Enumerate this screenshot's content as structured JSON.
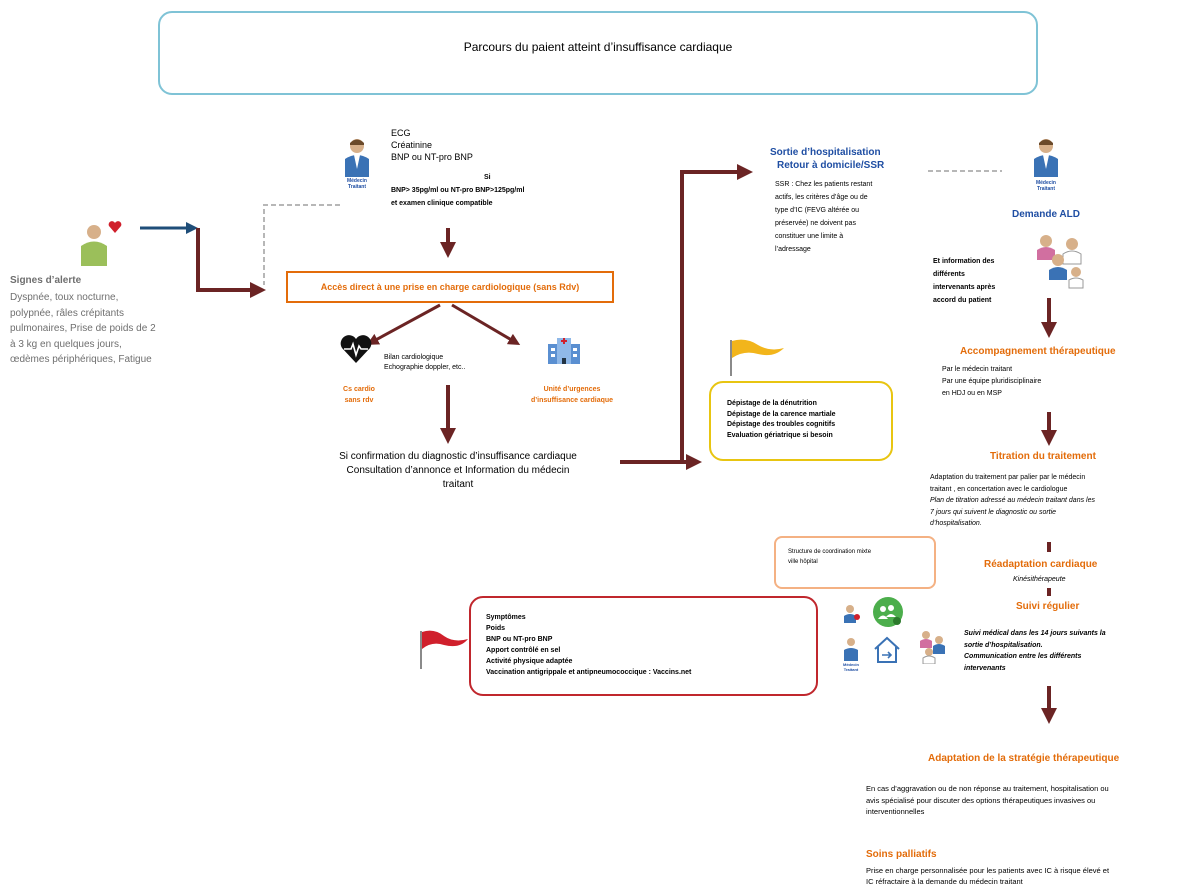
{
  "title": "Parcours du paient atteint d’insuffisance cardiaque",
  "alert": {
    "heading": "Signes d’alerte",
    "lines": [
      "Dyspnée, toux nocturne,",
      "polypnée, râles crépitants",
      "pulmonaires, Prise de poids de 2",
      "à 3 kg en quelques jours,",
      "œdèmes périphériques, Fatigue"
    ]
  },
  "doctor_label": [
    "Médecin",
    "Traitant"
  ],
  "tests": {
    "lines": [
      "ECG",
      "Créatinine",
      "BNP ou NT-pro BNP"
    ],
    "si": "Si",
    "cond1": "BNP> 35pg/ml ou NT-pro BNP>125pg/ml",
    "cond2": "et examen clinique compatible"
  },
  "access": "Accès direct à une prise en charge cardiologique (sans Rdv)",
  "cs_cardio": [
    "Cs cardio",
    "sans rdv"
  ],
  "bilan": [
    "Bilan cardiologique",
    "Echographie doppler, etc.."
  ],
  "urgence": [
    "Unité d’urgences",
    "d’insuffisance cardiaque"
  ],
  "confirmation": [
    "Si confirmation du diagnostic d’insuffisance cardiaque",
    "Consultation d’annonce et Information du médecin",
    "traitant"
  ],
  "sortie": {
    "title1": "Sortie d’hospitalisation",
    "title2": "Retour à domicile/SSR",
    "lines": [
      "SSR : Chez les patients restant",
      "actifs, les critères d’âge ou de",
      "type d’IC (FEVG altérée ou",
      "préservée) ne doivent pas",
      "constituer une limite à",
      "l’adressage"
    ]
  },
  "depistage": [
    "Dépistage de la dénutrition",
    "Dépistage de la carence martiale",
    "Dépistage des troubles cognitifs",
    "Evaluation gériatrique si besoin"
  ],
  "ald": "Demande ALD",
  "info_intervenants": [
    "Et information des",
    "différents",
    "intervenants après",
    "accord du patient"
  ],
  "accompagnement": {
    "title": "Accompagnement thérapeutique",
    "lines": [
      "Par le médecin traitant",
      "Par une équipe pluridisciplinaire",
      "en HDJ ou en MSP"
    ]
  },
  "titration": {
    "title": "Titration du traitement",
    "lines": [
      "Adaptation du traitement par palier par le médecin",
      "traitant , en concertation avec le cardiologue"
    ],
    "italic": [
      "Plan de titration adressé au médecin traitant dans les",
      "7 jours qui suivent le diagnostic ou sortie",
      "d’hospitalisation."
    ]
  },
  "structure": [
    "Structure de coordination mixte",
    "ville hôpital"
  ],
  "readaptation": {
    "title": "Réadaptation cardiaque",
    "sub": "Kinésithérapeute"
  },
  "suivi": {
    "title": "Suivi régulier",
    "lines": [
      "Suivi médical dans les 14 jours suivants la",
      "sortie d’hospitalisation.",
      "Communication entre les différents",
      "intervenants"
    ]
  },
  "symptomes": [
    "Symptômes",
    "Poids",
    "BNP ou NT-pro BNP",
    "Apport contrôlé en sel",
    "Activité physique adaptée",
    "Vaccination antigrippale et antipneumococcique : Vaccins.net"
  ],
  "adaptation": {
    "title": "Adaptation de la stratégie thérapeutique",
    "lines": [
      "En cas d’aggravation ou de non réponse au traitement, hospitalisation ou",
      "avis spécialisé pour discuter des options thérapeutiques invasives ou",
      "interventionnelles"
    ]
  },
  "palliatifs": {
    "title": "Soins palliatifs",
    "lines": [
      "Prise en charge personnalisée pour les patients avec IC à risque élevé et",
      "IC réfractaire à la demande du médecin traitant"
    ]
  },
  "colors": {
    "arrow": "#6b2424",
    "blue_arrow": "#1f4e79",
    "orange": "#e36c0a",
    "title_border": "#7fc3d6",
    "yellow_border": "#e8c511",
    "red_border": "#c0272d"
  },
  "icons": [
    "patient-icon",
    "heart-icon",
    "doctor-icon",
    "heart-monitor-icon",
    "hospital-icon",
    "yellow-flag-icon",
    "red-flag-icon",
    "team-icon",
    "group-chat-icon",
    "home-icon",
    "consult-icon"
  ]
}
